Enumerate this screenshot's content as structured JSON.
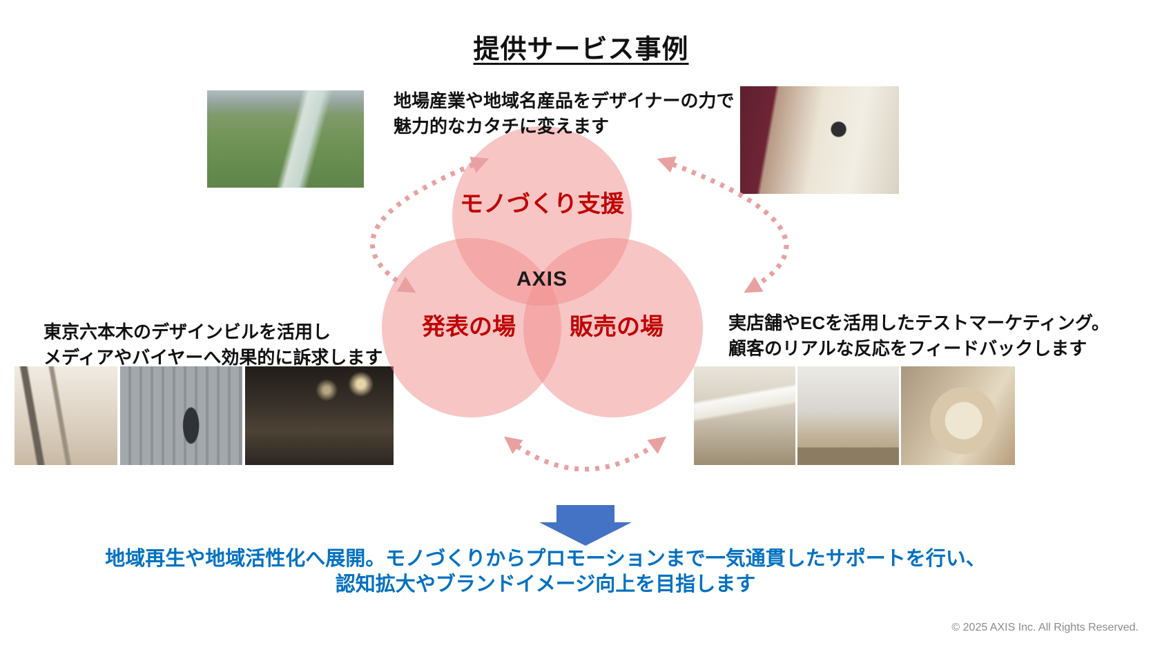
{
  "slide": {
    "title": "提供サービス事例",
    "copyright": "© 2025 AXIS Inc. All Rights Reserved."
  },
  "venn": {
    "center": "AXIS",
    "top_circle": "モノづくり支援",
    "left_circle": "発表の場",
    "right_circle": "販売の場"
  },
  "notes": {
    "manufacturing": {
      "line1": "地場産業や地域名産品をデザイナーの力で",
      "line2": "魅力的なカタチに変えます"
    },
    "presentation": {
      "line1": "東京六本木のデザインビルを活用し",
      "line2": "メディアやバイヤーへ効果的に訴求します"
    },
    "sales": {
      "line1": "実店舗やECを活用したテストマーケティング。",
      "line2": "顧客のリアルな反応をフィードバックします"
    }
  },
  "conclusion": {
    "line1": "地域再生や地域活性化へ展開。モノづくりからプロモーションまで一気通貫したサポートを行い、",
    "line2": "認知拡大やブランドイメージ向上を目指します"
  },
  "photos": {
    "top_left": "river-landscape-photo",
    "top_right": "sewing-machine-photo",
    "bottom_left_1": "craft-products-photo",
    "bottom_left_2": "street-walk-photo",
    "bottom_left_3": "event-talk-photo",
    "bottom_right_1": "paper-packages-photo",
    "bottom_right_2": "shop-display-photo",
    "bottom_right_3": "basket-craft-photo"
  },
  "colors": {
    "circle_fill_base": "#F28C8C",
    "circle_label_red": "#C00000",
    "arc_pink": "#E8A0A0",
    "arrow_blue": "#4472C4",
    "conclusion_blue": "#0070C0",
    "copyright_gray": "#8A8A8A"
  }
}
